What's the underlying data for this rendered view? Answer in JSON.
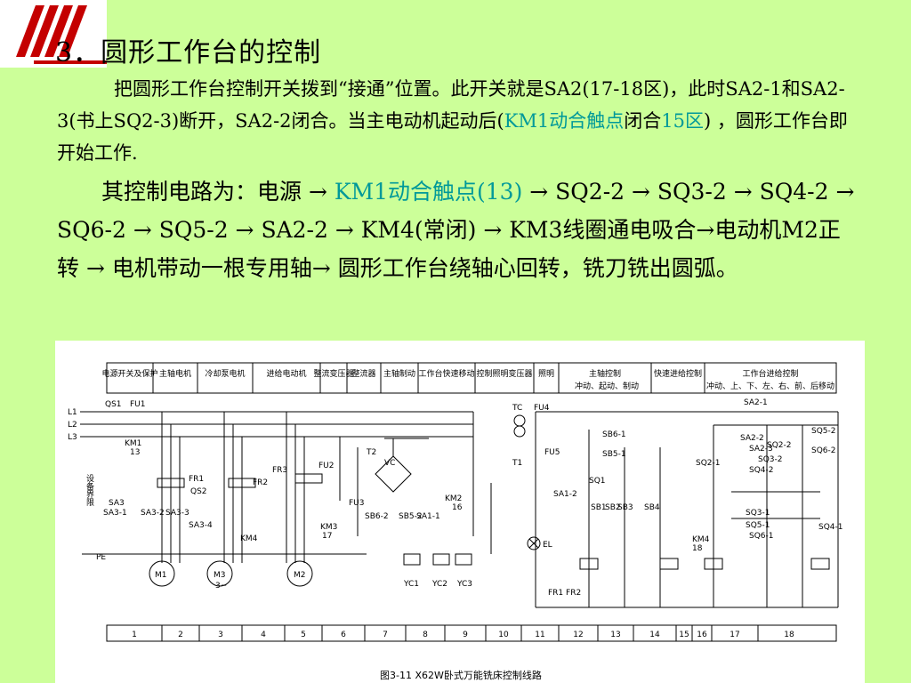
{
  "title": "3．圆形工作台的控制",
  "para1": {
    "t1": "把圆形工作台控制开关拨到“接通”位置。此开关就是SA2(17-18区)，此时SA2-1和SA2-3(书上SQ2-3)断开，SA2-2闭合。当主电动机起动后(",
    "t2": "KM1动合触点",
    "t3": "闭合",
    "t4": "15区",
    "t5": ") ，圆形工作台即开始工作."
  },
  "para2": {
    "t1": "其控制电路为：电源 → ",
    "t2": "KM1动合触点(13)",
    "t3": " → SQ2-2 → SQ3-2 → SQ4-2 → SQ6-2 → SQ5-2 → SA2-2 → KM4(常闭) → KM3线圈通电吸合→电动机M2正转 → 电机带动一根专用轴→ 圆形工作台绕轴心回转，铣刀铣出圆弧。"
  },
  "figure": {
    "headers": [
      "电源开关及保护",
      "主轴电机",
      "冷却泵电机",
      "进给电动机",
      "整流变压器",
      "整流器",
      "主轴制动",
      "工作台快速移动",
      "控制照明变压器",
      "照明",
      "主轴控制",
      "快速进给控制",
      "工作台进给控制"
    ],
    "subheaders": [
      "冲动、起动、制动",
      "冲动、上、下、左、右、前、后移动"
    ],
    "zones": [
      "1",
      "2",
      "3",
      "4",
      "5",
      "6",
      "7",
      "8",
      "9",
      "10",
      "11",
      "12",
      "13",
      "14",
      "15",
      "16",
      "17",
      "18"
    ],
    "labels": [
      "L1",
      "L2",
      "L3",
      "QS1",
      "FU1",
      "KM1",
      "13",
      "设备界限",
      "SA3",
      "SA3-1",
      "SA3-2",
      "SA3-3",
      "SA3-4",
      "FR1",
      "QS2",
      "FR2",
      "FR3",
      "KM4",
      "KM3",
      "17",
      "PE",
      "M1",
      "M2",
      "M3",
      "3~",
      "T2",
      "FU2",
      "VC",
      "FU3",
      "SB6-2",
      "SB5-2",
      "SA1-1",
      "KM2",
      "16",
      "YC1",
      "YC2",
      "YC3",
      "TC",
      "FU4",
      "T1",
      "FU5",
      "EL",
      "SA1-2",
      "SQ1",
      "SB6-1",
      "SB5-1",
      "SB1",
      "SB2",
      "SB3",
      "SB4",
      "SA2-1",
      "SA2-2",
      "SA2-3",
      "SQ2-1",
      "SQ2-2",
      "SQ3-2",
      "SQ4-2",
      "SQ5-1",
      "SQ5-2",
      "SQ6-1",
      "SQ6-2",
      "SQ3-1",
      "SQ4-1",
      "KM4",
      "18",
      "FR1 FR2"
    ],
    "caption": "图3-11 X62W卧式万能铣床控制线路"
  }
}
